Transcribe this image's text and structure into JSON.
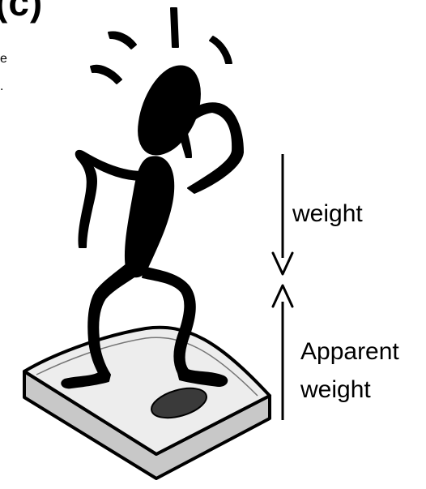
{
  "title_fragment": "(c)",
  "side_text": [
    "e",
    "."
  ],
  "arrows": {
    "down_label": "weight",
    "up_label_line1": "Apparent",
    "up_label_line2": "weight"
  },
  "colors": {
    "figure": "#000000",
    "scale_top": "#ededed",
    "scale_side": "#c8c8c8",
    "scale_pad": "#3a3a3a",
    "background": "#ffffff"
  }
}
